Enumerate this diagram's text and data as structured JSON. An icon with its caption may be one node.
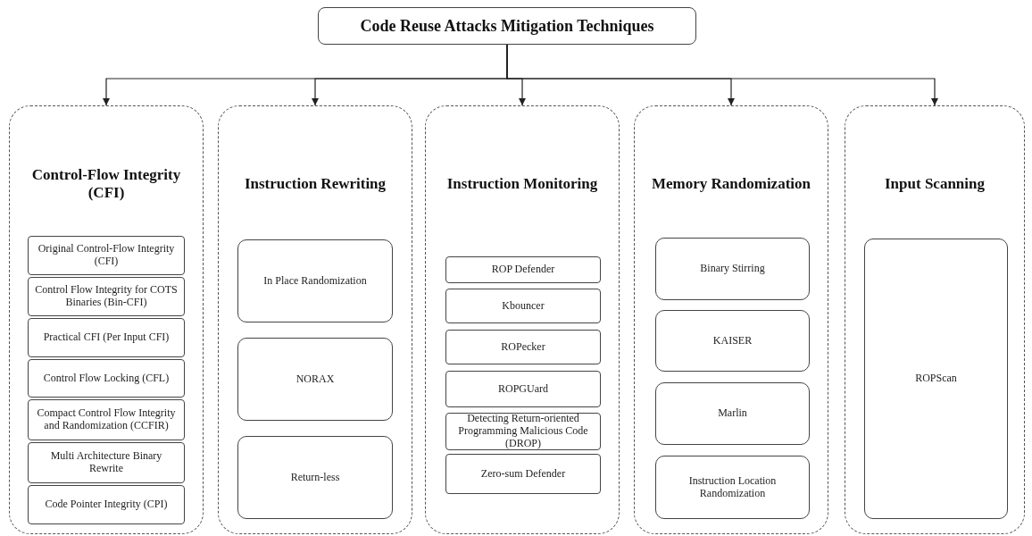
{
  "diagram": {
    "nodes": [
      {
        "text": [
          "Code Reuse Attacks Mitigation Techniques"
        ]
      },
      {
        "text": [
          "Control-Flow Integrity (CFI)"
        ]
      },
      {
        "text": [
          "Original Control-Flow Integrity  (CFI)"
        ],
        "in": 1
      },
      {
        "text": [
          "Control Flow Integrity for COTS Binaries  (Bin-CFI)"
        ],
        "in": 1
      },
      {
        "text": [
          "Practical CFI (Per Input CFI)"
        ],
        "in": 1
      },
      {
        "text": [
          "Control Flow Locking (CFL)"
        ],
        "in": 1
      },
      {
        "text": [
          "Compact Control Flow Integrity and Randomization (CCFIR)"
        ],
        "in": 1
      },
      {
        "text": [
          "Multi Architecture Binary Rewrite"
        ],
        "in": 1
      },
      {
        "text": [
          "Code Pointer Integrity (CPI)"
        ],
        "in": 1
      },
      {
        "text": [
          "Instruction Rewriting"
        ]
      },
      {
        "text": [
          "In Place Randomization"
        ],
        "in": 9
      },
      {
        "text": [
          "NORAX"
        ],
        "in": 9
      },
      {
        "text": [
          "Return-less"
        ],
        "in": 9
      },
      {
        "text": [
          "Instruction Monitoring"
        ]
      },
      {
        "text": [
          "ROP Defender"
        ],
        "in": 13
      },
      {
        "text": [
          "Kbouncer"
        ],
        "in": 13
      },
      {
        "text": [
          "ROPecker"
        ],
        "in": 13
      },
      {
        "text": [
          "ROPGUard"
        ],
        "in": 13
      },
      {
        "text": [
          "Detecting Return-oriented Programming Malicious Code (DROP)"
        ],
        "in": 13
      },
      {
        "text": [
          "Zero-sum Defender"
        ],
        "in": 13
      },
      {
        "text": [
          "Memory Randomization"
        ]
      },
      {
        "text": [
          "Binary Stirring"
        ],
        "in": 20
      },
      {
        "text": [
          "KAISER"
        ],
        "in": 20
      },
      {
        "text": [
          "Marlin"
        ],
        "in": 20
      },
      {
        "text": [
          "Instruction Location Randomization"
        ],
        "in": 20
      },
      {
        "text": [
          "Input Scanning"
        ]
      },
      {
        "text": [
          "ROPScan"
        ],
        "in": 25
      }
    ],
    "edges": [
      {
        "from": 0,
        "to": 1,
        "arrow": "to"
      },
      {
        "from": 0,
        "to": 9,
        "arrow": "to"
      },
      {
        "from": 0,
        "to": 13,
        "arrow": "to"
      },
      {
        "from": 0,
        "to": 20,
        "arrow": "to"
      },
      {
        "from": 0,
        "to": 25,
        "arrow": "to"
      }
    ]
  }
}
